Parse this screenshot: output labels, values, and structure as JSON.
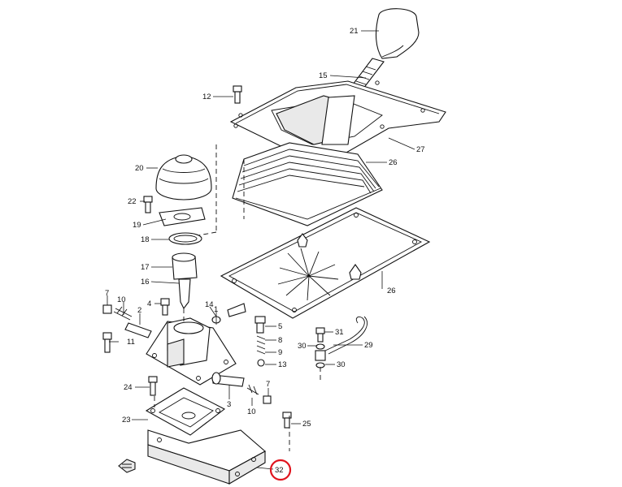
{
  "callouts": {
    "c21": "21",
    "c15": "15",
    "c12": "12",
    "c27": "27",
    "c26a": "26",
    "c20": "20",
    "c22": "22",
    "c19": "19",
    "c18": "18",
    "c17": "17",
    "c16": "16",
    "c26b": "26",
    "c7a": "7",
    "c10a": "10",
    "c4": "4",
    "c2": "2",
    "c14": "14",
    "c1": "1",
    "c11": "11",
    "c5": "5",
    "c8": "8",
    "c9": "9",
    "c13": "13",
    "c31": "31",
    "c30a": "30",
    "c29": "29",
    "c30b": "30",
    "c24": "24",
    "c3": "3",
    "c7b": "7",
    "c10b": "10",
    "c25": "25",
    "c23": "23",
    "c32": "32"
  },
  "highlight_color": "#e0141e"
}
